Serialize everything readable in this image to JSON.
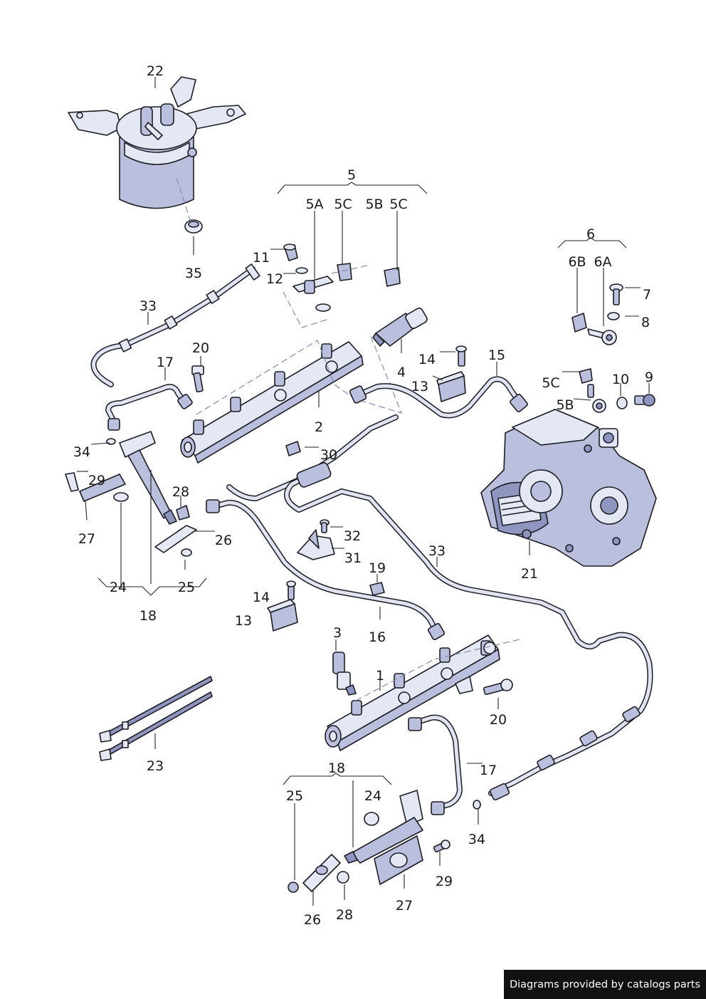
{
  "diagram": {
    "labels": {
      "l22": "22",
      "l35": "35",
      "l5": "5",
      "l5A": "5A",
      "l5C_a": "5C",
      "l5B_a": "5B",
      "l5C_b": "5C",
      "l11": "11",
      "l12": "12",
      "l33_a": "33",
      "l20_a": "20",
      "l17_a": "17",
      "l4": "4",
      "l14_a": "14",
      "l13_a": "13",
      "l15": "15",
      "l6": "6",
      "l6B": "6B",
      "l6A": "6A",
      "l7": "7",
      "l8": "8",
      "l5C_c": "5C",
      "l5B_b": "5B",
      "l10": "10",
      "l9": "9",
      "l2": "2",
      "l30": "30",
      "l34_a": "34",
      "l29_a": "29",
      "l28_a": "28",
      "l26_a": "26",
      "l27_a": "27",
      "l32": "32",
      "l31": "31",
      "l33_b": "33",
      "l21": "21",
      "l24_a": "24",
      "l25_a": "25",
      "l18_a": "18",
      "l19": "19",
      "l14_b": "14",
      "l13_b": "13",
      "l16": "16",
      "l3": "3",
      "l1": "1",
      "l20_b": "20",
      "l23": "23",
      "l17_b": "17",
      "l18_b": "18",
      "l25_b": "25",
      "l24_b": "24",
      "l34_b": "34",
      "l29_b": "29",
      "l26_b": "26",
      "l28_b": "28",
      "l27_b": "27"
    }
  },
  "footer": {
    "text": "Diagrams provided by catalogs parts"
  },
  "colors": {
    "part_light": "#e4e7f4",
    "part_mid": "#b9bfdc",
    "part_dark": "#8e96bf",
    "outline": "#1c1c22",
    "footer_bg": "#111111"
  }
}
